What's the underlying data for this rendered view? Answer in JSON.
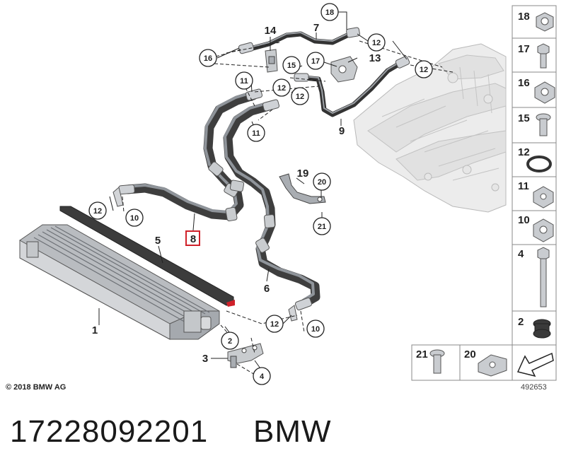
{
  "copyright": "© 2018 BMW AG",
  "image_number": "492653",
  "part_number": "17228092201",
  "brand": "BMW",
  "highlighted_label": "8",
  "highlight_color": "#d0212a",
  "callouts": {
    "c18": "18",
    "c16": "16",
    "c15": "15",
    "c17": "17",
    "c12a": "12",
    "c12b": "12",
    "c12c": "12",
    "c12d": "12",
    "c12e": "12",
    "c12f": "12",
    "c11a": "11",
    "c11b": "11",
    "c10a": "10",
    "c10b": "10",
    "c20": "20",
    "c21": "21",
    "c2": "2",
    "c4": "4"
  },
  "labels": {
    "l14": "14",
    "l7": "7",
    "l13": "13",
    "l9": "9",
    "l19": "19",
    "l5": "5",
    "l8": "8",
    "l6": "6",
    "l1": "1",
    "l3": "3"
  },
  "sidebar_items": [
    "18",
    "17",
    "16",
    "15",
    "12",
    "11",
    "10",
    "4",
    "2"
  ],
  "bottom_items": [
    "21",
    "20"
  ]
}
